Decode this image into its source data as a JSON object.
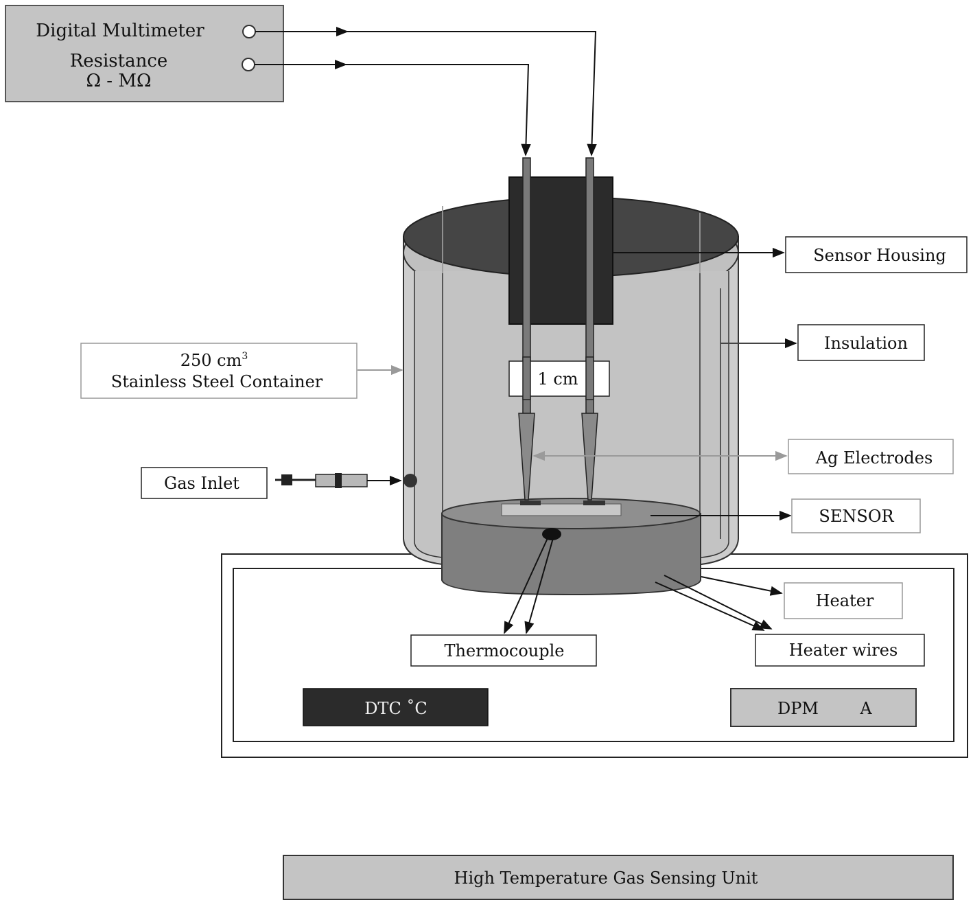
{
  "multimeter": {
    "title": "Digital Multimeter",
    "line1": "Resistance",
    "line2": "Ω - MΩ"
  },
  "labels": {
    "sensor_housing": "Sensor Housing",
    "insulation": "Insulation",
    "container_volume": "250 cm",
    "container_volume_sup": "3",
    "container_name": "Stainless Steel Container",
    "scale": "1 cm",
    "ag_electrodes": "Ag Electrodes",
    "gas_inlet": "Gas Inlet",
    "sensor": "SENSOR",
    "heater": "Heater",
    "thermocouple": "Thermocouple",
    "heater_wires": "Heater wires"
  },
  "controller": {
    "dtc": "DTC ˚C",
    "dpm": "DPM",
    "dpm_unit": "A"
  },
  "unit_title": "High Temperature Gas Sensing Unit",
  "colors": {
    "panel_gray": "#c4c4c4",
    "dark": "#2b2b2b",
    "lid": "#454545",
    "container": "#c6c6c6",
    "heater_block": "#7f7f7f"
  }
}
